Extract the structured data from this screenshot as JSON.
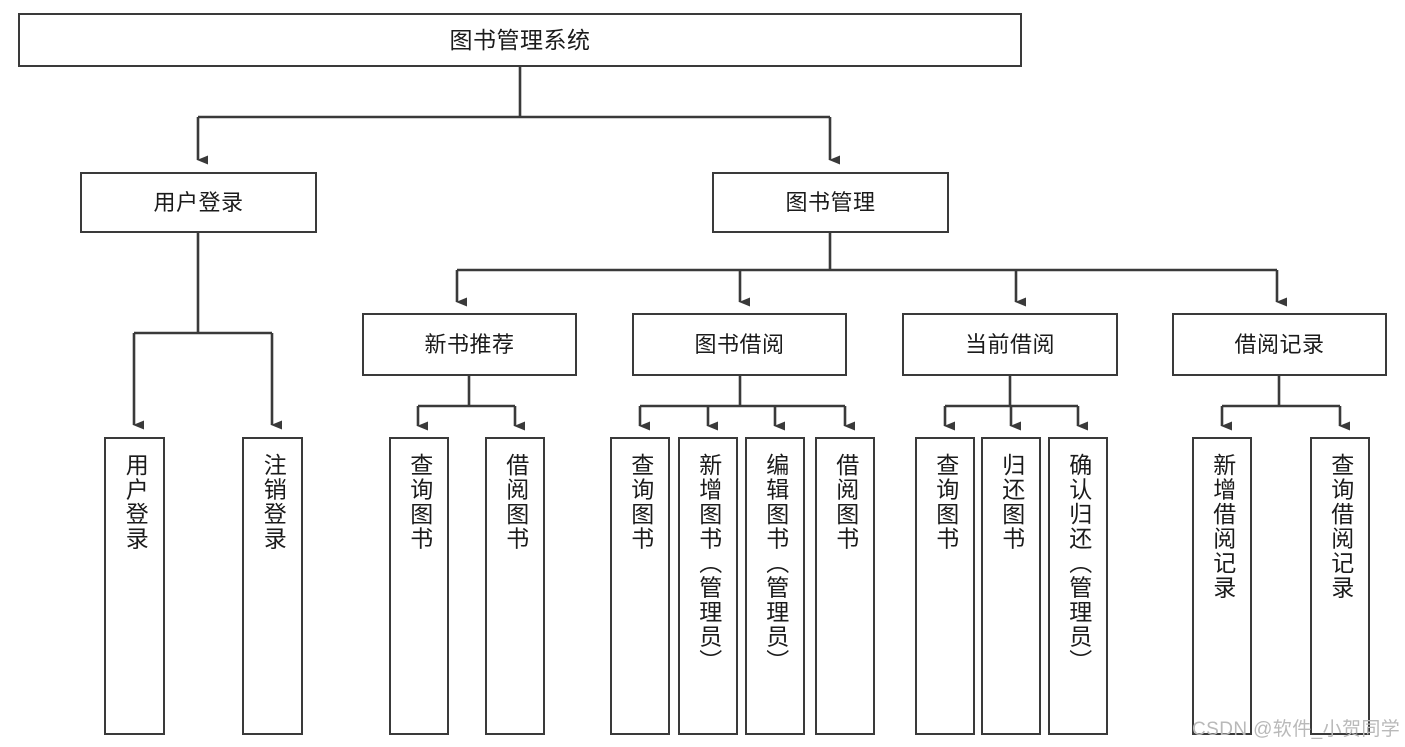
{
  "diagram": {
    "title": "图书管理系统",
    "type": "hierarchy-tree",
    "colors": {
      "stroke": "#3a3a3a",
      "fill": "#ffffff",
      "text": "#1b1b1b",
      "watermark": "#b9b9b9"
    },
    "levels": {
      "root": {
        "label": "图书管理系统"
      },
      "level1": [
        {
          "label": "用户登录"
        },
        {
          "label": "图书管理"
        }
      ],
      "level2": [
        {
          "label": "新书推荐"
        },
        {
          "label": "图书借阅"
        },
        {
          "label": "当前借阅"
        },
        {
          "label": "借阅记录"
        }
      ],
      "leaves": {
        "user_login": [
          {
            "label": "用户登录"
          },
          {
            "label": "注销登录"
          }
        ],
        "new_book_recommend": [
          {
            "label": "查询图书"
          },
          {
            "label": "借阅图书"
          }
        ],
        "book_borrow": [
          {
            "label": "查询图书"
          },
          {
            "label": "新增图书（管理员）"
          },
          {
            "label": "编辑图书（管理员）"
          },
          {
            "label": "借阅图书"
          }
        ],
        "current_borrow": [
          {
            "label": "查询图书"
          },
          {
            "label": "归还图书"
          },
          {
            "label": "确认归还（管理员）"
          }
        ],
        "borrow_record": [
          {
            "label": "新增借阅记录"
          },
          {
            "label": "查询借阅记录"
          }
        ]
      }
    }
  },
  "watermark": {
    "text": "CSDN @软件_小贺同学"
  }
}
